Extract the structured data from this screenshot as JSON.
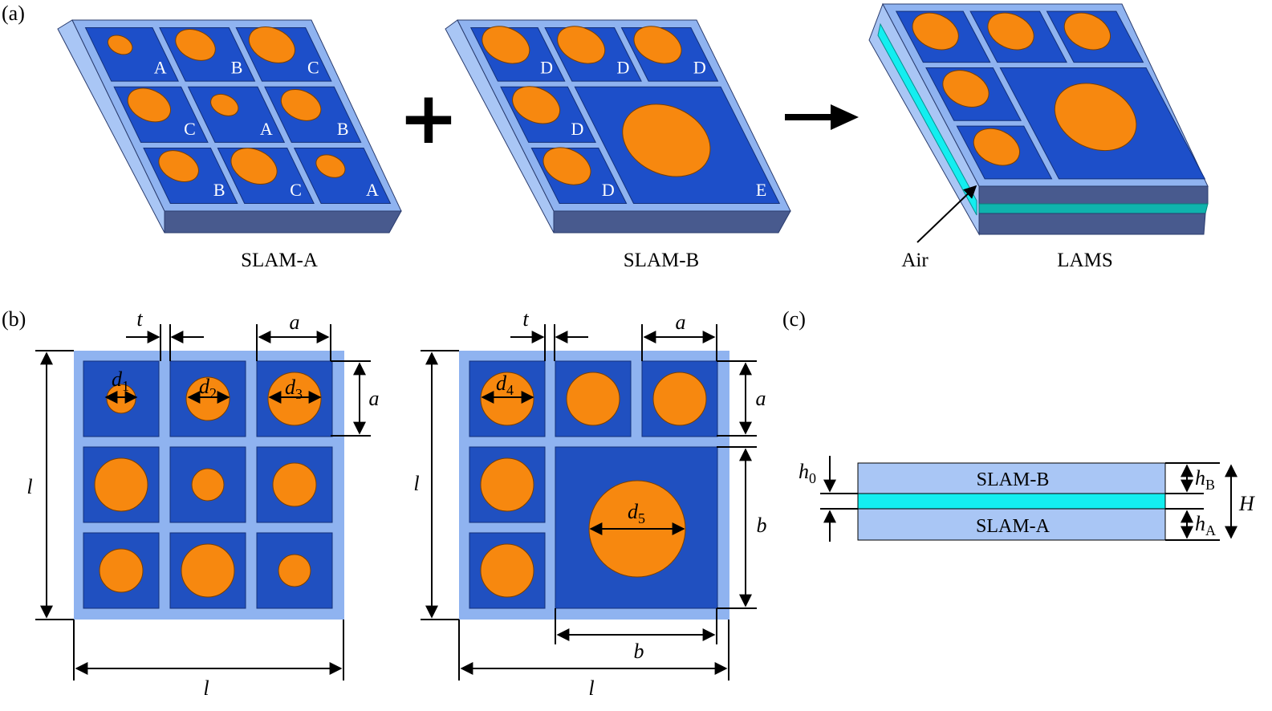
{
  "panels": {
    "a": "(a)",
    "b": "(b)",
    "c": "(c)"
  },
  "captions": {
    "slam_a": "SLAM-A",
    "slam_b": "SLAM-B",
    "lams": "LAMS",
    "air": "Air"
  },
  "operators": {
    "plus": "+"
  },
  "plate_a_letters": [
    "A",
    "B",
    "C",
    "C",
    "A",
    "B",
    "B",
    "C",
    "A"
  ],
  "plate_b_letters": [
    "D",
    "D",
    "D",
    "D",
    "D",
    "E"
  ],
  "dims": {
    "t": "t",
    "a": "a",
    "l": "l",
    "b": "b",
    "d1": "d",
    "d1_sub": "1",
    "d2": "d",
    "d2_sub": "2",
    "d3": "d",
    "d3_sub": "3",
    "d4": "d",
    "d4_sub": "4",
    "d5": "d",
    "d5_sub": "5"
  },
  "section": {
    "layer_top": "SLAM-B",
    "layer_bottom": "SLAM-A",
    "h0": "h",
    "h0_sub": "0",
    "hB": "h",
    "hB_sub": "B",
    "hA": "h",
    "hA_sub": "A",
    "H": "H"
  },
  "colors": {
    "frame": "#8fb3f0",
    "frame_light": "#a9c6f5",
    "frame_side": "#485a8e",
    "cell": "#1d4fc9",
    "cell_2d": "#2050c0",
    "inclusion": "#f7880f",
    "air": "#13eef0",
    "air_dark": "#0fb3ad"
  }
}
